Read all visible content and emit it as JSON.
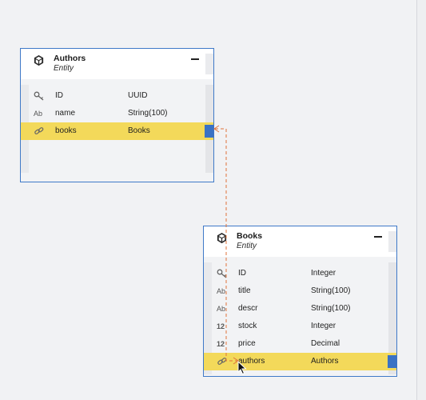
{
  "entities": [
    {
      "title": "Authors",
      "subtitle": "Entity",
      "fields": [
        {
          "icon": "key-icon",
          "name": "ID",
          "type": "UUID",
          "selected": false
        },
        {
          "icon": "text-type-icon",
          "icon_text": "Ab",
          "name": "name",
          "type": "String(100)",
          "selected": false
        },
        {
          "icon": "link-icon",
          "name": "books",
          "type": "Books",
          "selected": true
        }
      ]
    },
    {
      "title": "Books",
      "subtitle": "Entity",
      "fields": [
        {
          "icon": "key-icon",
          "name": "ID",
          "type": "Integer",
          "selected": false
        },
        {
          "icon": "text-type-icon",
          "icon_text": "Ab",
          "name": "title",
          "type": "String(100)",
          "selected": false
        },
        {
          "icon": "text-type-icon",
          "icon_text": "Ab",
          "name": "descr",
          "type": "String(100)",
          "selected": false
        },
        {
          "icon": "number-type-icon",
          "icon_text": "12",
          "name": "stock",
          "type": "Integer",
          "selected": false
        },
        {
          "icon": "number-type-icon",
          "icon_text": "12",
          "name": "price",
          "type": "Decimal",
          "selected": false
        },
        {
          "icon": "link-icon",
          "name": "authors",
          "type": "Authors",
          "selected": true
        }
      ]
    }
  ],
  "colors": {
    "border": "#3f79c8",
    "selection": "#f3d95a",
    "handle": "#3a72c4",
    "connector": "#e0733a"
  }
}
